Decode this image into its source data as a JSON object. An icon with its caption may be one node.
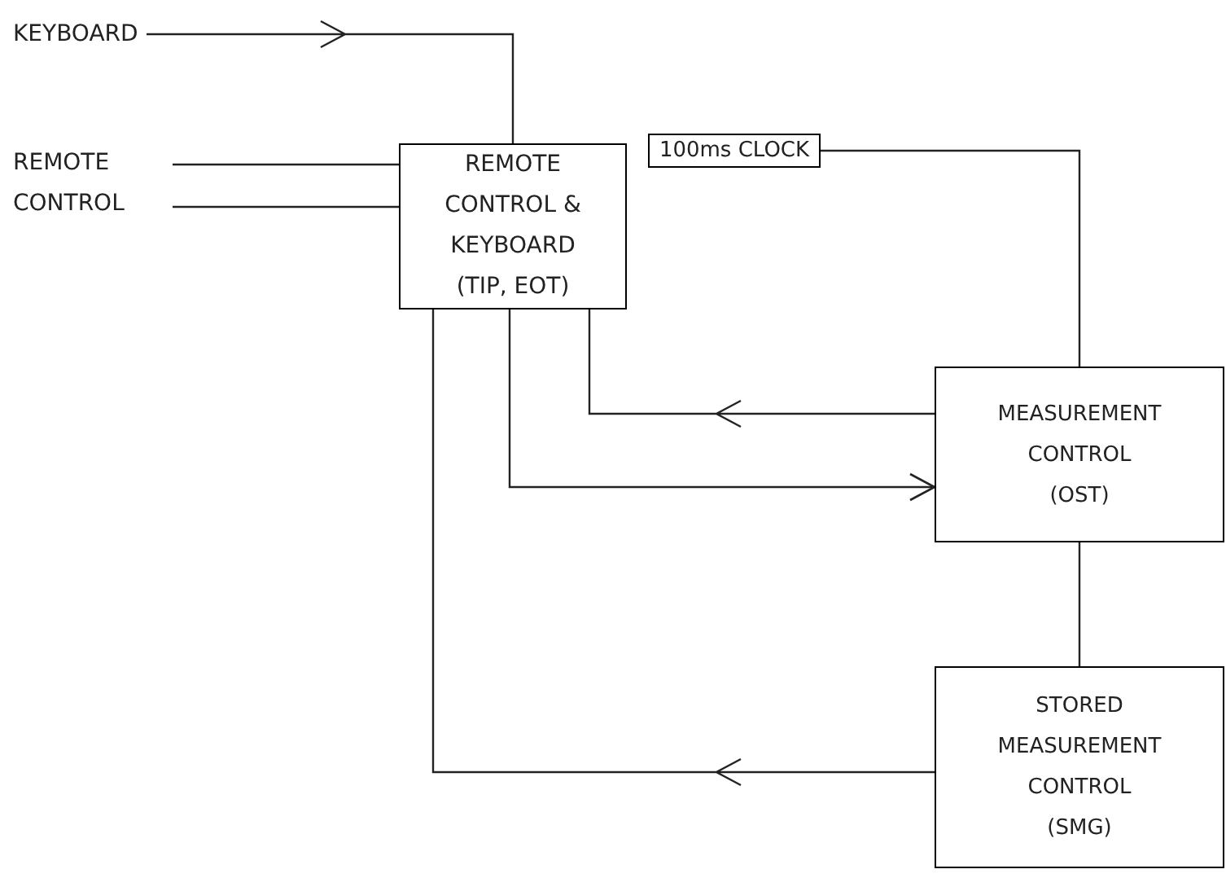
{
  "diagram": {
    "nodes": [
      {
        "text": [
          "KEYBOARD"
        ]
      },
      {
        "text": [
          "REMOTE CONTROL"
        ]
      },
      {
        "text": [
          "REMOTE CONTROL & KEYBOARD (TIP, EOT)"
        ]
      },
      {
        "text": [
          "100ms CLOCK"
        ]
      },
      {
        "text": [
          "MEASUREMENT CONTROL (OST)"
        ]
      },
      {
        "text": [
          "STORED MEASUREMENT CONTROL (SMG)"
        ]
      }
    ],
    "edges": [
      {
        "from": 0,
        "to": 2,
        "arrow": "to"
      },
      {
        "from": 1,
        "to": 2,
        "arrow": "none"
      },
      {
        "from": 1,
        "to": 2,
        "arrow": "none"
      },
      {
        "from": 3,
        "to": 4,
        "arrow": "none"
      },
      {
        "from": 4,
        "to": 2,
        "arrow": "to"
      },
      {
        "from": 2,
        "to": 4,
        "arrow": "to"
      },
      {
        "from": 4,
        "to": 5,
        "arrow": "none"
      },
      {
        "from": 5,
        "to": 2,
        "arrow": "to"
      }
    ]
  }
}
